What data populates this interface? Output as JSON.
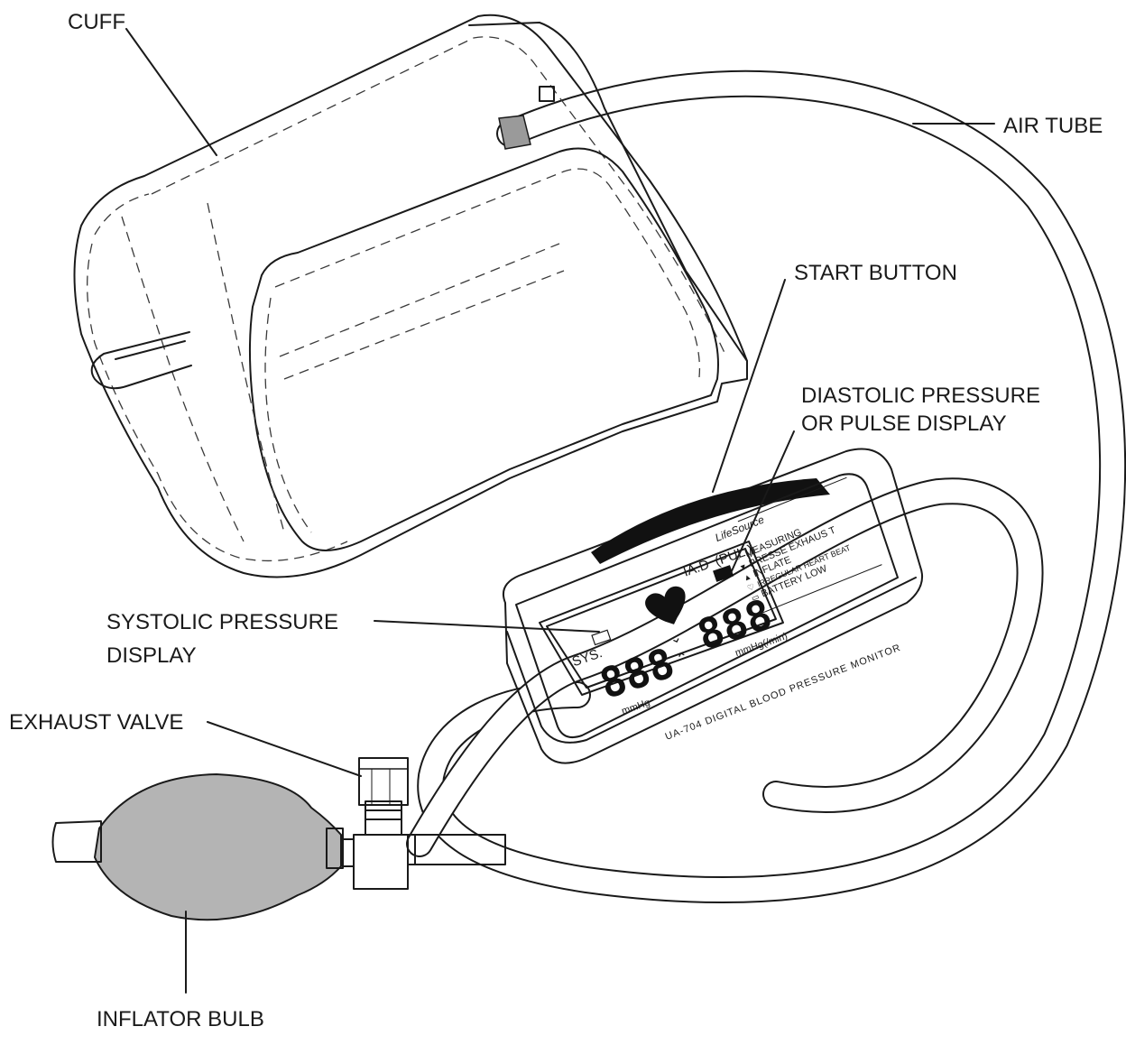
{
  "labels": {
    "cuff": "CUFF",
    "air_tube": "AIR TUBE",
    "start_button": "START BUTTON",
    "diastolic_line1": "DIASTOLIC PRESSURE",
    "diastolic_line2": "OR PULSE DISPLAY",
    "systolic_line1": "SYSTOLIC PRESSURE",
    "systolic_line2": "DISPLAY",
    "exhaust_valve": "EXHAUST VALVE",
    "inflator_bulb": "INFLATOR BULB"
  },
  "device": {
    "brand": "LifeSource",
    "model_text": "UA-704 DIGITAL BLOOD PRESSURE MONITOR",
    "sys_label": "SYS.",
    "dia_label": "IA.D",
    "pul_label": "(PUL.)",
    "sys_digits": "888",
    "dia_digits": "888",
    "sys_unit": "mmHg",
    "dia_unit": "mmHg(/min)",
    "legend": [
      "MEASURING",
      "PRESSE EXHAUS T",
      "INFLATE",
      "IRREGULAR HEART BEAT",
      "BATTERY LOW"
    ]
  },
  "colors": {
    "line": "#1a1a1a",
    "bulb": "#b4b4b4",
    "start_button": "#111111",
    "paper": "#ffffff"
  }
}
